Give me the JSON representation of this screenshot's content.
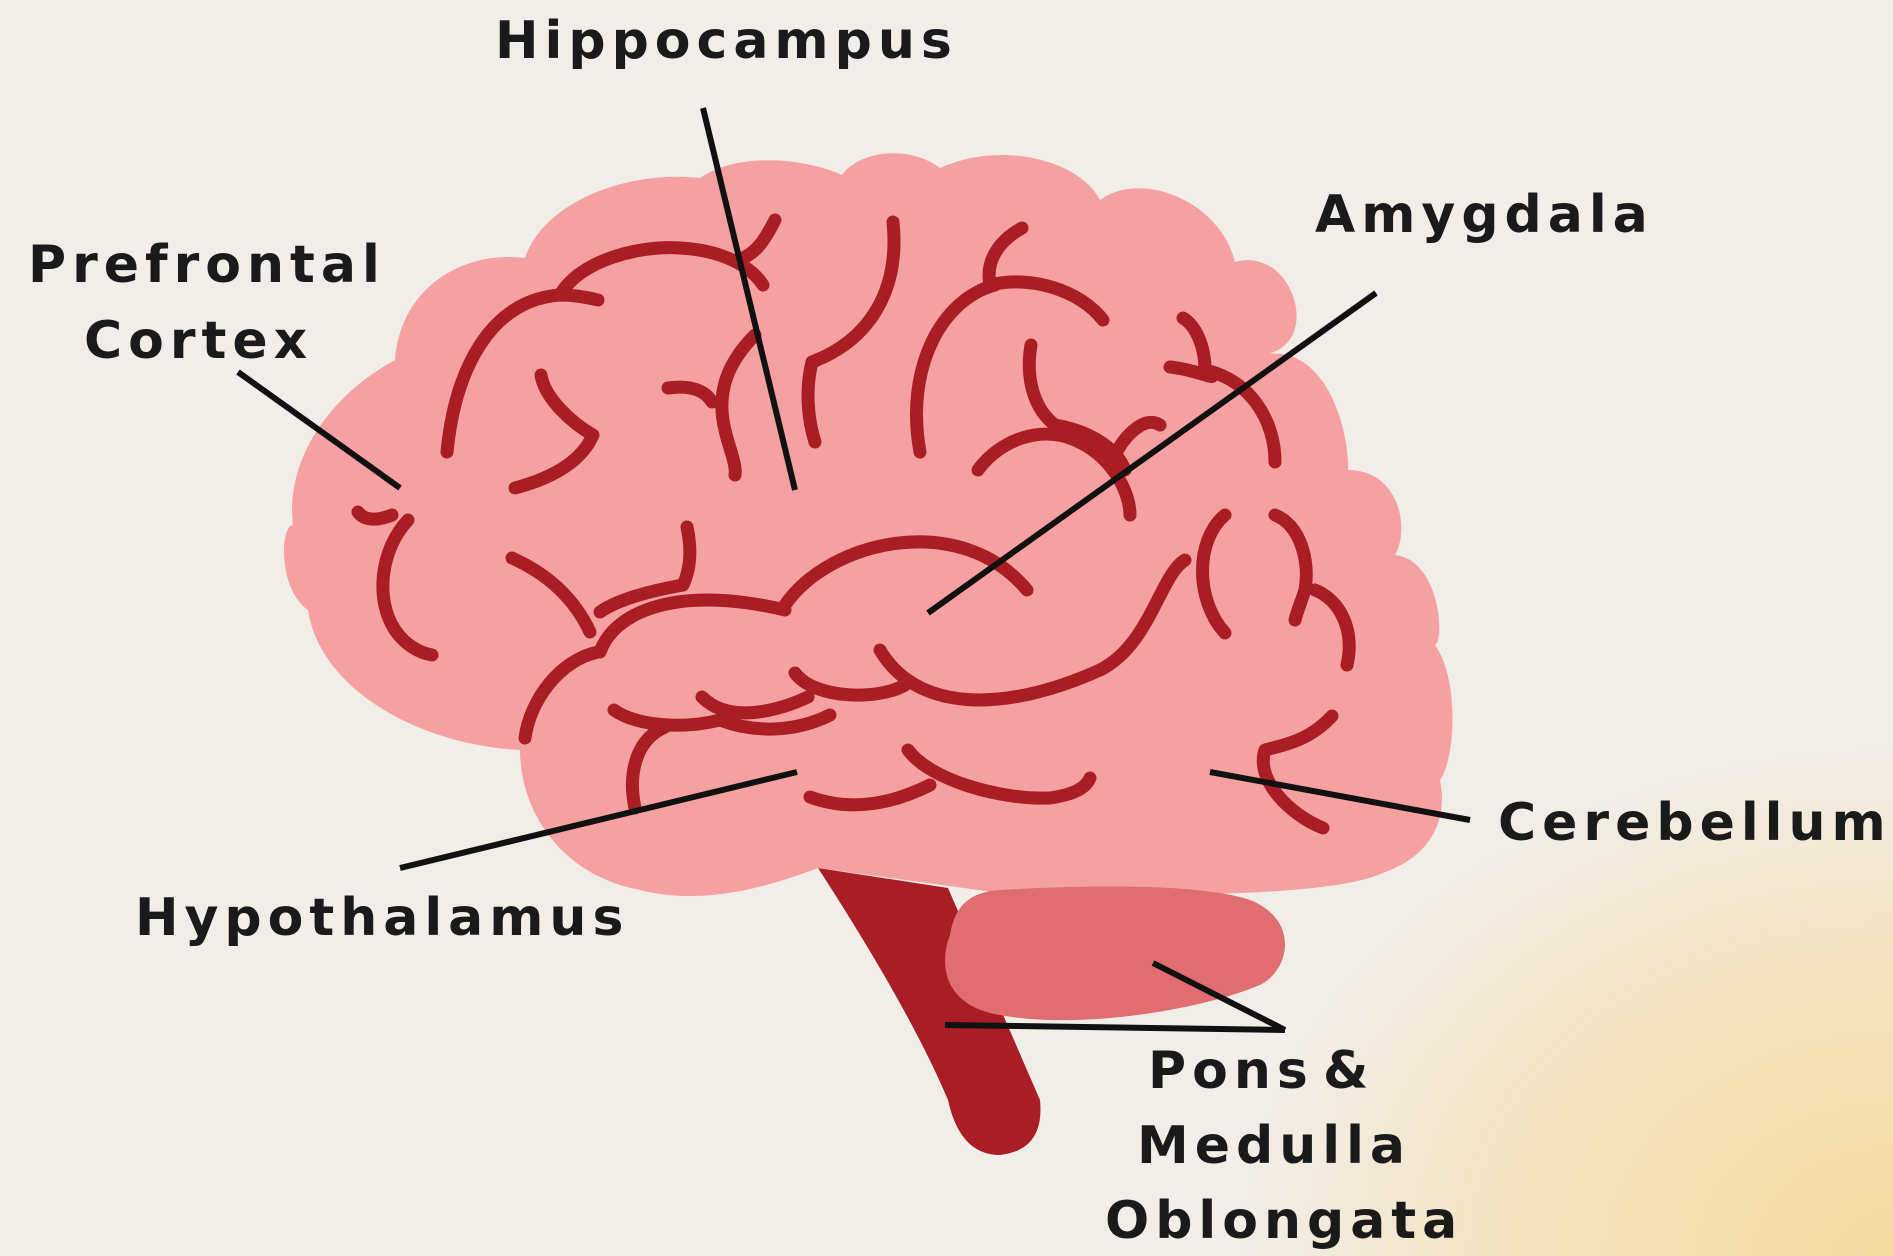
{
  "labels": {
    "hippocampus": "Hippocampus",
    "prefrontal_line1": "Prefrontal",
    "prefrontal_line2": "Cortex",
    "amygdala": "Amygdala",
    "cerebellum": "Cerebellum",
    "hypothalamus": "Hypothalamus",
    "pons_line1": "Pons",
    "pons_line2": "&",
    "pons_line3": "Medulla",
    "pons_line4": "Oblongata"
  },
  "colors": {
    "background": "#f1eeea",
    "background_corner": "#f3dba0",
    "brain_fill": "#f6a1a1",
    "gyri": "#a91d24",
    "brainstem": "#a91d24",
    "cerebellum_fill": "#e06d70",
    "leader_lines": "#111111",
    "label_text": "#1a1a1a"
  }
}
